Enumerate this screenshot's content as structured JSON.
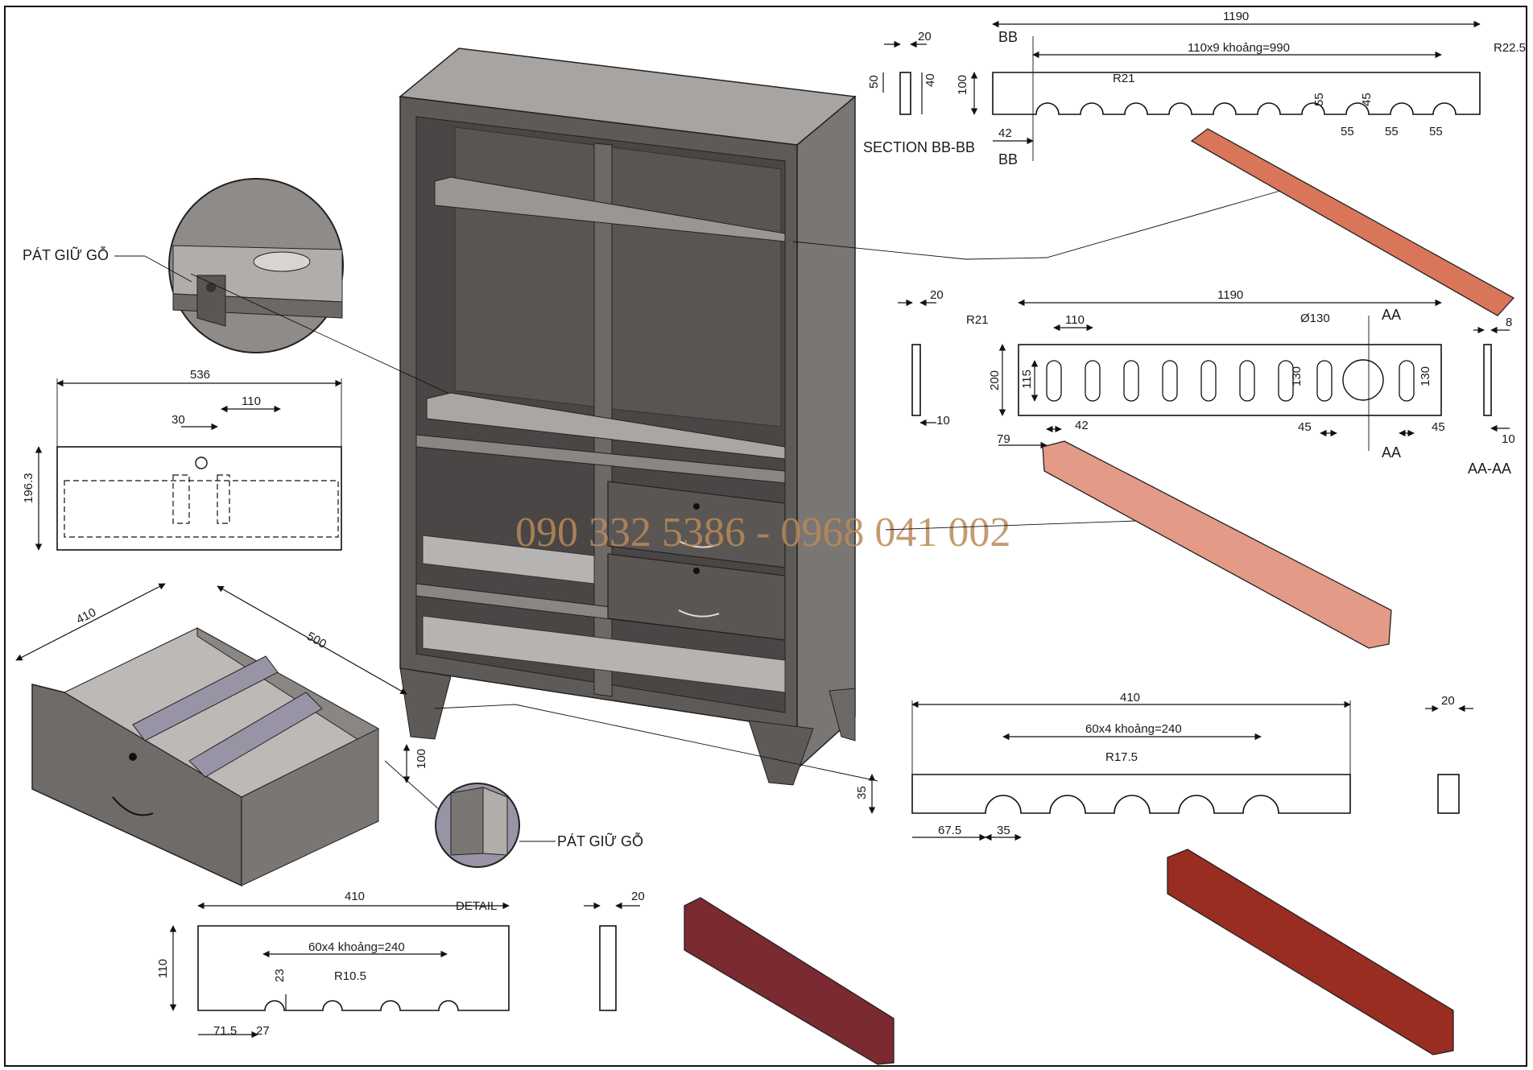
{
  "colors": {
    "frame": "#111111",
    "cabinet_side": "#7a7673",
    "cabinet_top": "#a8a4a1",
    "cabinet_inner": "#4a4645",
    "wood_light": "#d9765a",
    "wood_mid": "#e39a86",
    "wood_dark": "#7a2a30",
    "wood_red": "#9a2d22",
    "watermark": "#b98a58"
  },
  "watermark": "090 332 5386 - 0968 041 002",
  "callouts": {
    "left_top": "PÁT GIỮ GỖ",
    "left_bottom": "PÁT GIỮ GỖ",
    "detail": "DETAIL"
  },
  "rack_top": {
    "section_title": "SECTION BB-BB",
    "marker": "BB",
    "length": "1190",
    "spacing": "110x9 khoảng=990",
    "radius_a": "R21",
    "radius_b": "R22.5",
    "height": "100",
    "offset": "42",
    "slot_depth_a": "55",
    "slot_depth_b": "45",
    "pitch": "55",
    "sec_width": "20",
    "sec_h1": "50",
    "sec_h2": "40"
  },
  "rack_base": {
    "length": "1190",
    "radius": "R21",
    "pitch": "110",
    "diameter": "Ø130",
    "height": "200",
    "slot_len": "115",
    "slot_w": "42",
    "big_slot": "130",
    "margin": "45",
    "offset": "79",
    "thk": "20",
    "thk_bottom": "10",
    "side_thk": "8",
    "side_bottom": "10",
    "section_marker": "AA",
    "section_title": "AA-AA"
  },
  "drawer_top_view": {
    "width": "536",
    "depth": "196.3",
    "d1": "30",
    "d2": "110"
  },
  "drawer_iso": {
    "width": "410",
    "depth": "500",
    "height": "100"
  },
  "rack_small": {
    "length": "410",
    "spacing": "60x4 khoảng=240",
    "radius": "R17.5",
    "height": "35",
    "offset": "67.5",
    "gap": "35",
    "thk": "20"
  },
  "rack_drawer": {
    "length": "410",
    "spacing": "60x4 khoảng=240",
    "radius": "R10.5",
    "height": "110",
    "slot_depth": "23",
    "offset": "71.5",
    "gap": "27",
    "thk": "20"
  }
}
